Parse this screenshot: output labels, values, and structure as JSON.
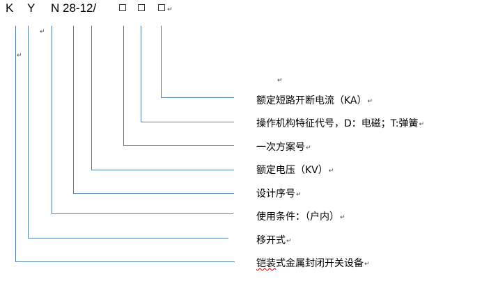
{
  "code": {
    "k": "K",
    "y": "Y",
    "model": "N 28-12/",
    "para_mark": "↵"
  },
  "labels": [
    {
      "text": "额定短路开断电流（KA）",
      "mark": "↵"
    },
    {
      "text": "操作机构特征代号，D：电磁；T:弹簧",
      "mark": "↵"
    },
    {
      "text": "一次方案号",
      "mark": "↵"
    },
    {
      "text": "额定电压（KV）",
      "mark": "↵"
    },
    {
      "text": "设计序号",
      "mark": "↵"
    },
    {
      "text": "使用条件：（户内）",
      "mark": "↵"
    },
    {
      "text": "移开式",
      "mark": "↵"
    },
    {
      "text": "铠装",
      "text_rest": "式金属封闭开关设备",
      "mark": "↵"
    }
  ],
  "stray_marks": {
    "mark_a": "↵",
    "mark_b": "↵",
    "mark_c": "↵"
  },
  "colors": {
    "line": "#4f7fb3",
    "text": "#000000",
    "spellcheck": "#c00000"
  }
}
